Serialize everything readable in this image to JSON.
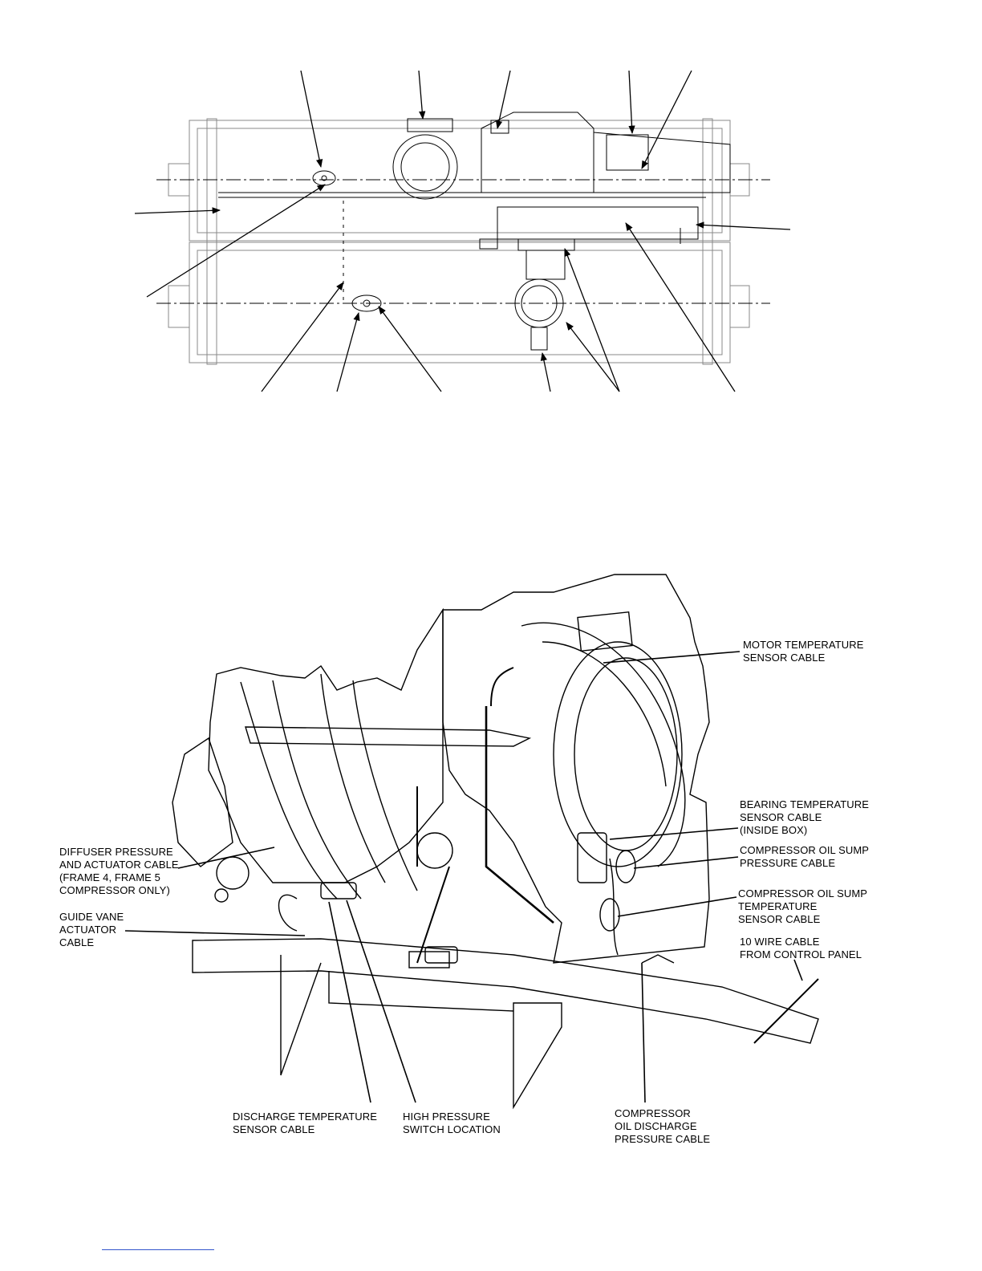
{
  "labels": {
    "motor_temp": "MOTOR TEMPERATURE\nSENSOR CABLE",
    "bearing_temp": "BEARING TEMPERATURE\nSENSOR CABLE\n(INSIDE BOX)",
    "oil_sump_pressure": "COMPRESSOR OIL SUMP\nPRESSURE CABLE",
    "oil_sump_temp": "COMPRESSOR OIL SUMP\nTEMPERATURE\nSENSOR CABLE",
    "ten_wire": "10 WIRE CABLE\nFROM CONTROL PANEL",
    "diffuser": "DIFFUSER PRESSURE\nAND ACTUATOR CABLE\n(FRAME 4, FRAME 5\nCOMPRESSOR ONLY)",
    "guide_vane": "GUIDE VANE\nACTUATOR\nCABLE",
    "discharge_temp": "DISCHARGE TEMPERATURE\nSENSOR CABLE",
    "high_pressure": "HIGH PRESSURE\nSWITCH LOCATION",
    "oil_discharge": "COMPRESSOR\nOIL DISCHARGE\nPRESSURE CABLE"
  },
  "colors": {
    "ink": "#000000",
    "footer_rule": "#3355cc"
  }
}
